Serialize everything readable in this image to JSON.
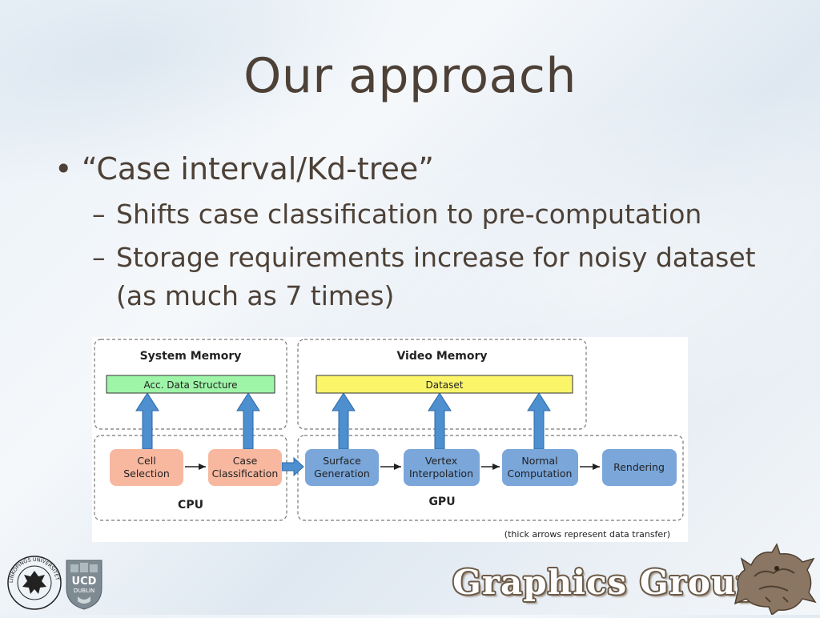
{
  "slide": {
    "title": "Our approach",
    "bullet": "“Case interval/Kd-tree”",
    "bullet_marker": "•",
    "sub_marker": "–",
    "subbullets": [
      "Shifts case classification to pre-computation",
      "Storage requirements increase for noisy dataset (as much as 7 times)"
    ]
  },
  "diagram": {
    "system_memory": "System Memory",
    "video_memory": "Video Memory",
    "acc_data_structure": "Acc. Data Structure",
    "dataset": "Dataset",
    "cpu": "CPU",
    "gpu": "GPU",
    "cell_selection": [
      "Cell",
      "Selection"
    ],
    "case_classification": [
      "Case",
      "Classification"
    ],
    "surface_generation": [
      "Surface",
      "Generation"
    ],
    "vertex_interpolation": [
      "Vertex",
      "Interpolation"
    ],
    "normal_computation": [
      "Normal",
      "Computation"
    ],
    "rendering": "Rendering",
    "note": "(thick arrows represent data transfer)",
    "colors": {
      "acc_box": "#9ef5a8",
      "dataset_box": "#fbf56a",
      "cpu_box": "#f8b8a0",
      "gpu_box": "#7aa6da",
      "arrow_blue": "#4d8fcf"
    }
  },
  "footer": {
    "liu_ring": "LINKÖPINGS UNIVERSITET",
    "ucd_top": "UCD",
    "ucd_bottom": "DUBLIN",
    "group": "Graphics Group"
  }
}
